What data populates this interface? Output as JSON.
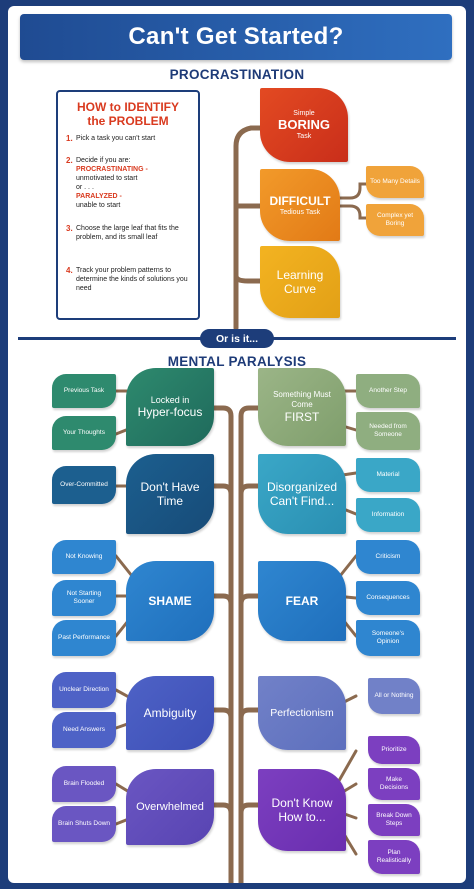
{
  "title": "Can't Get Started?",
  "sections": {
    "procrastination": "PROCRASTINATION",
    "or_is_it": "Or is it...",
    "mental_paralysis": "MENTAL PARALYSIS"
  },
  "howto": {
    "title_line1": "HOW to IDENTIFY",
    "title_line2": "the PROBLEM",
    "steps": [
      {
        "num": "1.",
        "text": "Pick a task you can't start"
      },
      {
        "num": "2.",
        "text_a": "Decide if you are:",
        "proc": "PROCRASTINATING -",
        "proc_desc": "unmotivated to start",
        "or": "or . . .",
        "para": "PARALYZED -",
        "para_desc": "unable to start"
      },
      {
        "num": "3.",
        "text": "Choose the large leaf that fits the problem, and its small leaf"
      },
      {
        "num": "4.",
        "text": "Track your problem patterns to determine the kinds of solutions you need"
      }
    ]
  },
  "procrastination_leaves": [
    {
      "line1": "Simple",
      "line2": "BORING",
      "line3": "Task"
    },
    {
      "line1": "DIFFICULT",
      "line2": "Tedious Task"
    },
    {
      "line1": "Learning",
      "line2": "Curve"
    }
  ],
  "difficult_small": [
    "Too Many Details",
    "Complex yet Boring"
  ],
  "paralysis_left": [
    {
      "label1": "Locked in",
      "label2": "Hyper-focus",
      "small": [
        "Previous Task",
        "Your Thoughts"
      ]
    },
    {
      "label1": "Don't Have",
      "label2": "Time",
      "small": [
        "Over-Committed"
      ]
    },
    {
      "label1": "SHAME",
      "label2": "",
      "small": [
        "Not Knowing",
        "Not Starting Sooner",
        "Past Performance"
      ]
    },
    {
      "label1": "Ambiguity",
      "label2": "",
      "small": [
        "Unclear Direction",
        "Need Answers"
      ]
    },
    {
      "label1": "Overwhelmed",
      "label2": "",
      "small": [
        "Brain Flooded",
        "Brain Shuts Down"
      ]
    }
  ],
  "paralysis_right": [
    {
      "label1": "Something Must Come",
      "label2": "FIRST",
      "small": [
        "Another Step",
        "Needed from Someone"
      ]
    },
    {
      "label1": "Disorganized",
      "label2": "Can't Find...",
      "small": [
        "Material",
        "Information"
      ]
    },
    {
      "label1": "FEAR",
      "label2": "",
      "small": [
        "Criticism",
        "Consequences",
        "Someone's Opinion"
      ]
    },
    {
      "label1": "Perfectionism",
      "label2": "",
      "small": [
        "All or Nothing"
      ]
    },
    {
      "label1": "Don't Know",
      "label2": "How to...",
      "small": [
        "Prioritize",
        "Make Decisions",
        "Break Down Steps",
        "Plan Realistically"
      ]
    }
  ],
  "colors": {
    "navy": "#1d3d7a",
    "stem": "#8b6a4f",
    "red": "#d93a1f",
    "orange": "#eb8a1d",
    "amber": "#f0a51b",
    "green": "#6aa84f",
    "sage": "#8fae80",
    "teal": "#2e6f9e",
    "sky": "#3a8fcf",
    "blue": "#2f86d0",
    "indigo": "#5a66c7",
    "violet": "#6e5bc0",
    "purple": "#7d3fb8"
  }
}
